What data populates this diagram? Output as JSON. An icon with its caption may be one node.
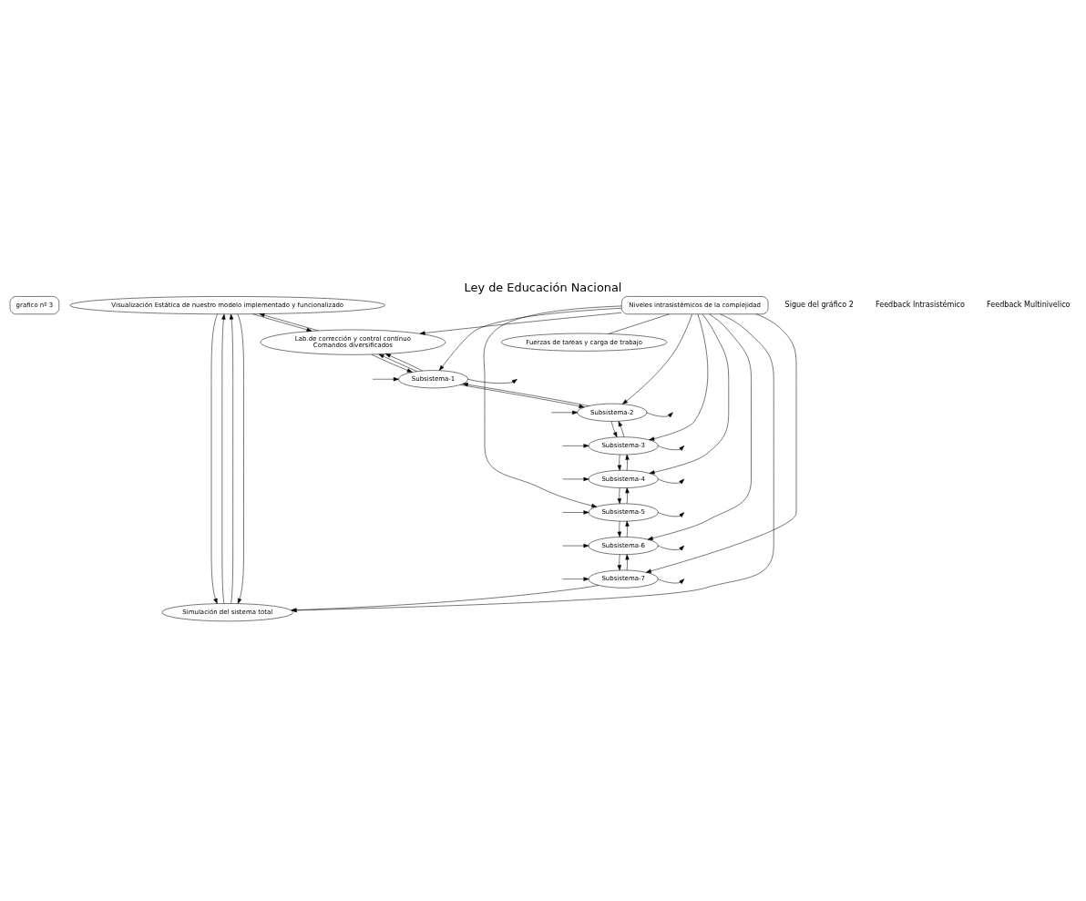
{
  "diagram": {
    "title": "Ley de Educación Nacional",
    "nodes": [
      {
        "text": [
          "grafico nº 3"
        ]
      },
      {
        "text": [
          "Visualización Estática de nuestro modelo implementado y funcionalizado"
        ]
      },
      {
        "text": [
          "Lab.de corrección y control contínuo",
          "Comandos diversificados"
        ]
      },
      {
        "text": [
          "Subsistema-1"
        ]
      },
      {
        "text": [
          "Subsistema-2"
        ]
      },
      {
        "text": [
          "Subsistema-3"
        ]
      },
      {
        "text": [
          "Subsistema-4"
        ]
      },
      {
        "text": [
          "Subsistema-5"
        ]
      },
      {
        "text": [
          "Subsistema-6"
        ]
      },
      {
        "text": [
          "Subsistema-7"
        ]
      },
      {
        "text": [
          "Niveles intrasistémicos de la complejidad"
        ]
      },
      {
        "text": [
          "Simulación del sistema total"
        ]
      },
      {
        "text": [
          "Fuerzas de tareas y carga de trabajo"
        ]
      }
    ],
    "edges": [
      {
        "from": 11,
        "to": 1,
        "arrow": "to"
      },
      {
        "from": 1,
        "to": 11,
        "arrow": "to"
      },
      {
        "from": 11,
        "to": 1,
        "arrow": "to"
      },
      {
        "from": 1,
        "to": 11,
        "arrow": "to"
      },
      {
        "from": 2,
        "to": 1,
        "arrow": "to"
      },
      {
        "from": 1,
        "to": 2,
        "arrow": "to"
      },
      {
        "from": 10,
        "to": 2,
        "arrow": "to"
      },
      {
        "from": 3,
        "to": 2,
        "arrow": "to"
      },
      {
        "from": 2,
        "to": 3,
        "arrow": "to"
      },
      {
        "from": 3,
        "to": 4,
        "arrow": "to"
      },
      {
        "from": 4,
        "to": 5,
        "arrow": "to"
      },
      {
        "from": 5,
        "to": 6,
        "arrow": "to"
      },
      {
        "from": 6,
        "to": 7,
        "arrow": "to"
      },
      {
        "from": 7,
        "to": 8,
        "arrow": "to"
      },
      {
        "from": 8,
        "to": 9,
        "arrow": "to"
      },
      {
        "from": 9,
        "to": 8,
        "arrow": "to"
      },
      {
        "from": 8,
        "to": 7,
        "arrow": "to"
      },
      {
        "from": 7,
        "to": 6,
        "arrow": "to"
      },
      {
        "from": 6,
        "to": 5,
        "arrow": "to"
      },
      {
        "from": 5,
        "to": 4,
        "arrow": "to"
      },
      {
        "from": 4,
        "to": 3,
        "arrow": "to"
      },
      {
        "from": 3,
        "to": 2,
        "arrow": "to"
      },
      {
        "from": 10,
        "to": 3,
        "arrow": "to"
      },
      {
        "from": 10,
        "to": 4,
        "arrow": "to"
      },
      {
        "from": 10,
        "to": 5,
        "arrow": "to"
      },
      {
        "from": 10,
        "to": 6,
        "arrow": "to"
      },
      {
        "from": 10,
        "to": 7,
        "arrow": "to"
      },
      {
        "from": 10,
        "to": 8,
        "arrow": "to"
      },
      {
        "from": 10,
        "to": 9,
        "arrow": "to"
      },
      {
        "from": 10,
        "to": 11,
        "arrow": "to"
      },
      {
        "from": 10,
        "to": 12,
        "arrow": "none"
      },
      {
        "from": 9,
        "to": 11,
        "arrow": "to"
      },
      {
        "from": 3,
        "to": null,
        "arrow": "to"
      },
      {
        "from": null,
        "to": 3,
        "arrow": "to"
      },
      {
        "from": 4,
        "to": null,
        "arrow": "to"
      },
      {
        "from": null,
        "to": 4,
        "arrow": "to"
      },
      {
        "from": 5,
        "to": null,
        "arrow": "to"
      },
      {
        "from": null,
        "to": 5,
        "arrow": "to"
      },
      {
        "from": 6,
        "to": null,
        "arrow": "to"
      },
      {
        "from": null,
        "to": 6,
        "arrow": "to"
      },
      {
        "from": 7,
        "to": null,
        "arrow": "to"
      },
      {
        "from": null,
        "to": 7,
        "arrow": "to"
      },
      {
        "from": 8,
        "to": null,
        "arrow": "to"
      },
      {
        "from": null,
        "to": 8,
        "arrow": "to"
      },
      {
        "from": 9,
        "to": null,
        "arrow": "to"
      },
      {
        "from": null,
        "to": 9,
        "arrow": "to"
      }
    ],
    "labels": [
      "Sigue del gráfico 2",
      "Feedback Intrasistémico",
      "Feedback Multinivelico"
    ]
  }
}
